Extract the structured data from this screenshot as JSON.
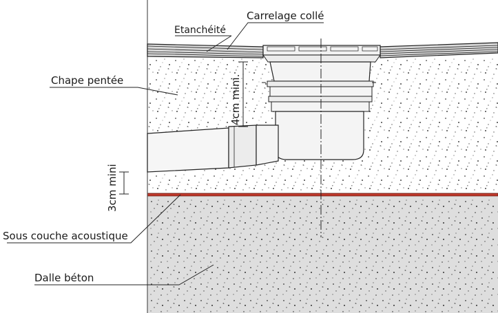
{
  "diagram": {
    "labels": {
      "tile": "Carrelage collé",
      "waterproofing": "Etanchéité",
      "screed": "Chape pentée",
      "depth_min": "4cm mini.",
      "thickness_min": "3cm mini",
      "acoustic_underlay": "Sous couche acoustique",
      "slab": "Dalle béton"
    },
    "colors": {
      "acoustic_layer": "#c0392b",
      "slab_fill": "#dedede",
      "screed_fill": "#ffffff",
      "outline": "#333333"
    }
  }
}
